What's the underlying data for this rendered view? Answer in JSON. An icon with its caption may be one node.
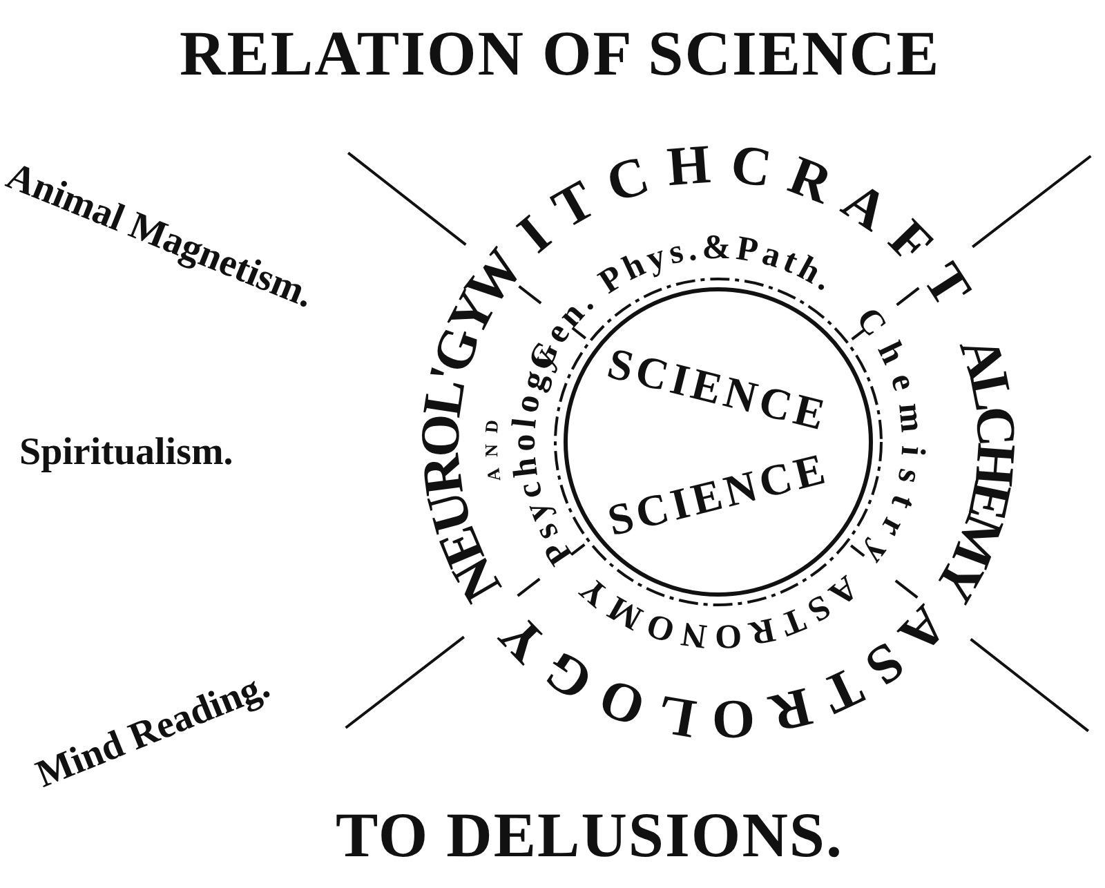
{
  "diagram": {
    "title": "RELATION OF SCIENCE",
    "caption": "TO DELUSIONS.",
    "nodes": [
      {
        "text": [
          "SCIENCE",
          "SCIENCE"
        ]
      }
    ],
    "labels": [
      "Animal Magnetism.",
      "WITCHCRAFT",
      "Gen. Phys.&Path.",
      "ALCHEMY",
      "Chemistry",
      "Spiritualism.",
      "NEUROL'GY",
      "AND",
      "Psychology",
      "ASTRONOMY",
      "Mind Reading.",
      "ASTROLOGY"
    ]
  }
}
